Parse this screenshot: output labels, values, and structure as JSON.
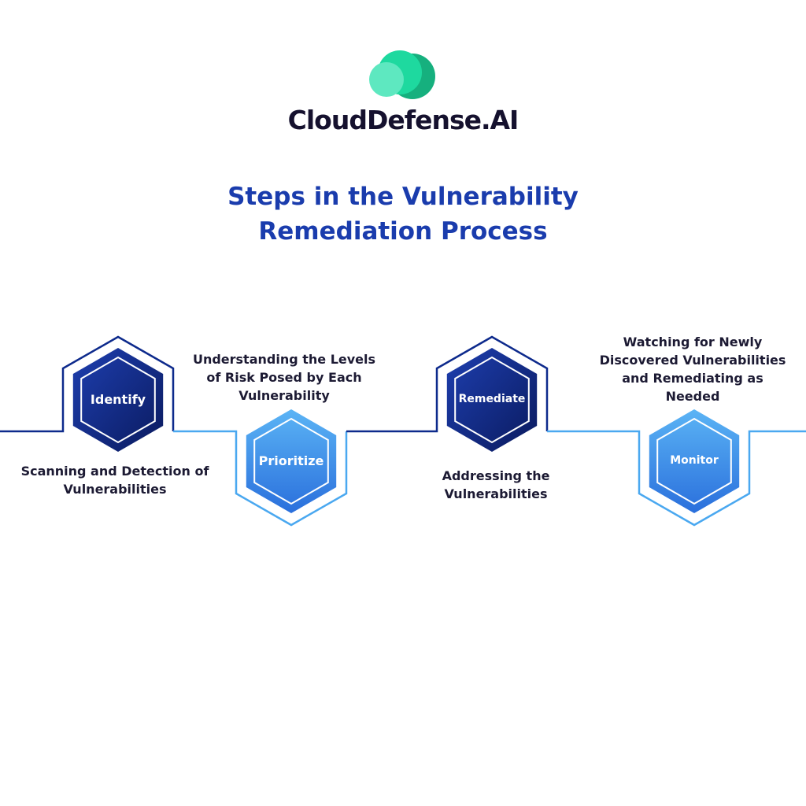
{
  "brand": {
    "name": "CloudDefense.AI",
    "colors": {
      "light": "#5ee8c0",
      "mid": "#1ed99f",
      "dark": "#16b07e"
    }
  },
  "title": {
    "line1": "Steps in the Vulnerability",
    "line2": "Remediation Process"
  },
  "steps": [
    {
      "label": "Identify",
      "description": "Scanning and Detection of Vulnerabilities",
      "style": "dark"
    },
    {
      "label": "Prioritize",
      "description": "Understanding the Levels of Risk Posed by Each Vulnerability",
      "style": "light"
    },
    {
      "label": "Remediate",
      "description": "Addressing the Vulnerabilities",
      "style": "dark"
    },
    {
      "label": "Monitor",
      "description": "Watching for Newly Discovered Vulnerabilities and Remediating as Needed",
      "style": "light"
    }
  ],
  "colors": {
    "dark": "#0d2a8c",
    "darkDeep": "#0a1a5e",
    "light": "#3b8de8",
    "lightLine": "#4aa8f0"
  }
}
